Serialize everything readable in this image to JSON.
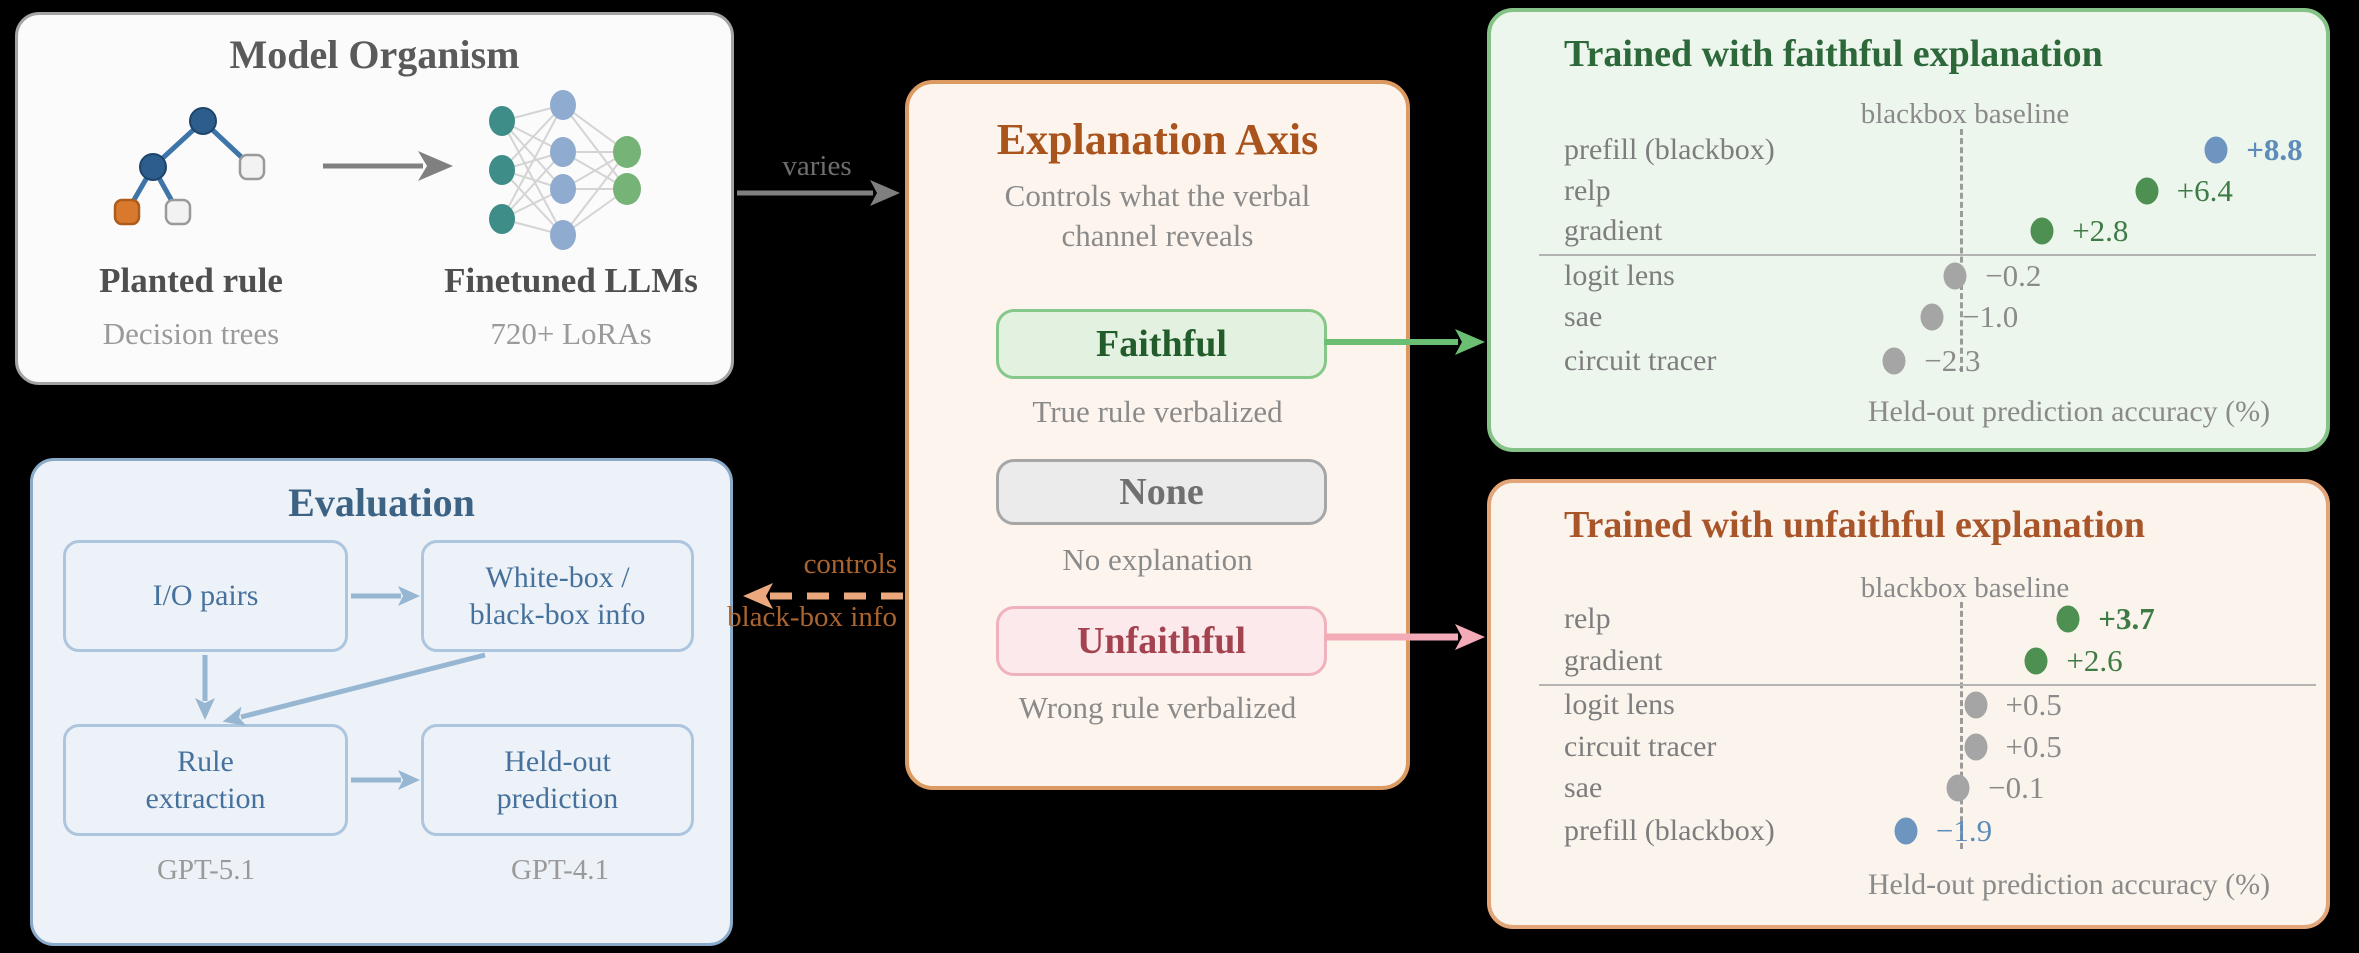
{
  "colors": {
    "background": "#000000",
    "model_border": "#a3a3a3",
    "evaluation_accent": "#8aaac9",
    "explanation_accent": "#dc9a63",
    "faithful_green": "#86c78a",
    "unfaithful_pink": "#f0b2bc",
    "dot_green": "#4e8f52",
    "dot_gray": "#a5a5a5",
    "dot_blue": "#6e95bf"
  },
  "model_organism": {
    "title": "Model Organism",
    "left": {
      "label": "Planted rule",
      "sublabel": "Decision trees"
    },
    "right": {
      "label": "Finetuned LLMs",
      "sublabel": "720+ LoRAs"
    }
  },
  "evaluation": {
    "title": "Evaluation",
    "nodes": {
      "io_pairs": {
        "lines": [
          "I/O pairs",
          ""
        ]
      },
      "whitebox": {
        "lines": [
          "White-box /",
          "black-box info"
        ]
      },
      "rule_extraction": {
        "lines": [
          "Rule",
          "extraction"
        ]
      },
      "heldout": {
        "lines": [
          "Held-out",
          "prediction"
        ]
      }
    },
    "annotations": {
      "rule_model": "GPT-5.1",
      "prediction_model": "GPT-4.1"
    }
  },
  "explanation_axis": {
    "title": "Explanation Axis",
    "subtitle_lines": [
      "Controls what the verbal",
      "channel reveals"
    ],
    "options": [
      {
        "id": "faithful",
        "label": "Faithful",
        "caption": "True rule verbalized"
      },
      {
        "id": "none",
        "label": "None",
        "caption": "No explanation"
      },
      {
        "id": "unfaithful",
        "label": "Unfaithful",
        "caption": "Wrong rule verbalized"
      }
    ]
  },
  "connectors": {
    "varies_label": "varies",
    "controls_label_lines": [
      "controls",
      "black-box info"
    ]
  },
  "chart_data": [
    {
      "type": "dot",
      "title": "Trained with faithful explanation",
      "baseline_label": "blackbox baseline",
      "xlabel": "Held-out prediction accuracy (%)",
      "baseline_value": 0,
      "separator_after_index": 2,
      "rows": [
        {
          "label": "prefill (blackbox)",
          "value": 8.8,
          "value_label": "+8.8",
          "color": "blue",
          "bold": true
        },
        {
          "label": "relp",
          "value": 6.4,
          "value_label": "+6.4",
          "color": "green",
          "bold": false
        },
        {
          "label": "gradient",
          "value": 2.8,
          "value_label": "+2.8",
          "color": "green",
          "bold": false
        },
        {
          "label": "logit lens",
          "value": -0.2,
          "value_label": "−0.2",
          "color": "gray",
          "bold": false
        },
        {
          "label": "sae",
          "value": -1.0,
          "value_label": "−1.0",
          "color": "gray",
          "bold": false
        },
        {
          "label": "circuit tracer",
          "value": -2.3,
          "value_label": "−2.3",
          "color": "gray",
          "bold": false
        }
      ],
      "theme": {
        "bg": "#edf6ed",
        "border": "#84c287",
        "title_color": "#2c6839"
      }
    },
    {
      "type": "dot",
      "title": "Trained with unfaithful explanation",
      "baseline_label": "blackbox baseline",
      "xlabel": "Held-out prediction accuracy (%)",
      "baseline_value": 0,
      "separator_after_index": 1,
      "rows": [
        {
          "label": "relp",
          "value": 3.7,
          "value_label": "+3.7",
          "color": "green",
          "bold": true
        },
        {
          "label": "gradient",
          "value": 2.6,
          "value_label": "+2.6",
          "color": "green",
          "bold": false
        },
        {
          "label": "logit lens",
          "value": 0.5,
          "value_label": "+0.5",
          "color": "gray",
          "bold": false
        },
        {
          "label": "circuit tracer",
          "value": 0.5,
          "value_label": "+0.5",
          "color": "gray",
          "bold": false
        },
        {
          "label": "sae",
          "value": -0.1,
          "value_label": "−0.1",
          "color": "gray",
          "bold": false
        },
        {
          "label": "prefill (blackbox)",
          "value": -1.9,
          "value_label": "−1.9",
          "color": "blue",
          "bold": false
        }
      ],
      "theme": {
        "bg": "#fbf4ed",
        "border": "#e3a577",
        "title_color": "#a9552a"
      }
    }
  ]
}
